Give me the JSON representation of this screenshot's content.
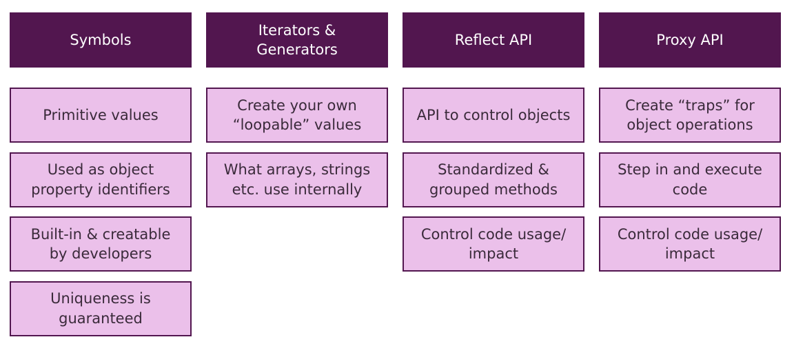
{
  "columns": [
    {
      "header": "Symbols",
      "items": [
        "Primitive values",
        "Used as object\nproperty identifiers",
        "Built-in & creatable\nby developers",
        "Uniqueness is\nguaranteed"
      ]
    },
    {
      "header": "Iterators &\nGenerators",
      "items": [
        "Create your own\n“loopable” values",
        "What arrays, strings\netc. use internally"
      ]
    },
    {
      "header": "Reflect API",
      "items": [
        "API to control objects",
        "Standardized &\ngrouped methods",
        "Control code usage/\nimpact"
      ]
    },
    {
      "header": "Proxy API",
      "items": [
        "Create “traps” for\nobject operations",
        "Step in and execute\ncode",
        "Control code usage/\nimpact"
      ]
    }
  ],
  "colors": {
    "header_bg": "#52164f",
    "item_bg": "#ebc0ea",
    "item_border": "#52164f"
  }
}
